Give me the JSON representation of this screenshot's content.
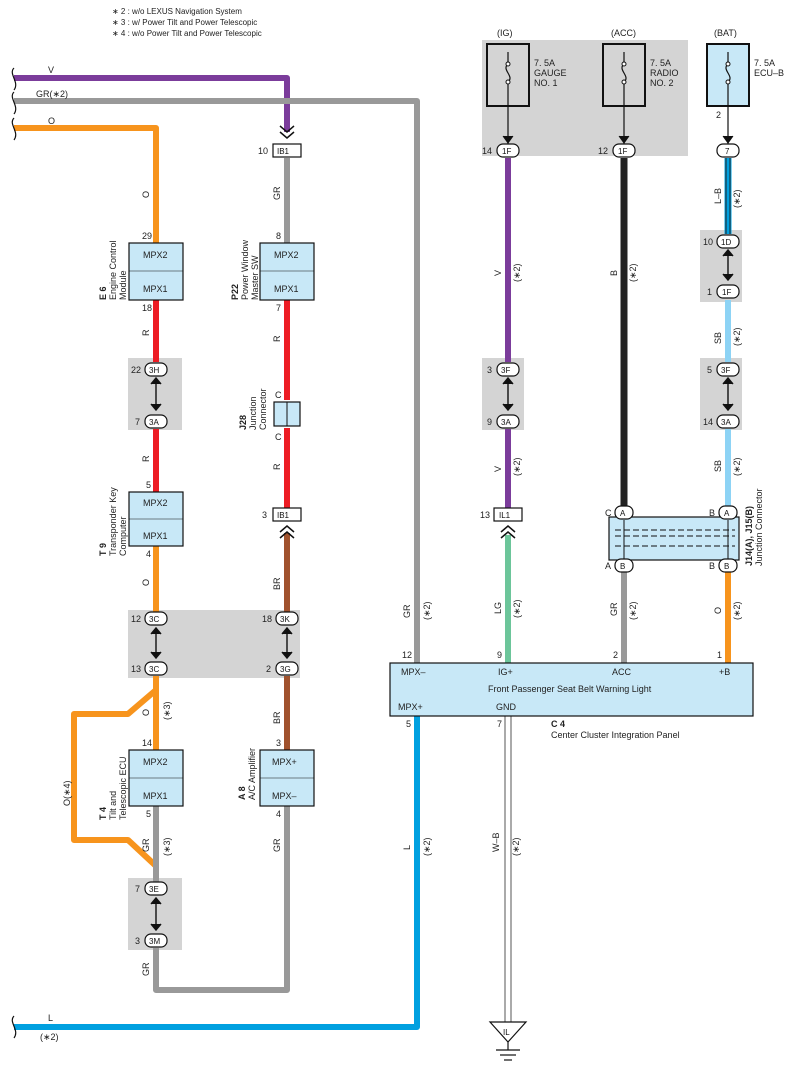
{
  "notes": [
    "∗ 2 : w/o LEXUS Navigation System",
    "∗ 3 : w/ Power Tilt and Power Telescopic",
    "∗ 4 : w/o Power Tilt and Power Telescopic"
  ],
  "colors": {
    "violet": "#7b3c9b",
    "gray": "#999999",
    "orange": "#f7941d",
    "red": "#ed1c24",
    "brown": "#a0522d",
    "lightgreen": "#6cc59a",
    "black": "#222222",
    "skyblue": "#8dd3f5",
    "blue": "#00a0e0",
    "component": "#c8e8f7",
    "shade": "#d4d4d4"
  },
  "power": {
    "ig": "(IG)",
    "acc": "(ACC)",
    "bat": "(BAT)",
    "fuse_ig_amp": "7. 5A",
    "fuse_ig_name1": "GAUGE",
    "fuse_ig_name2": "NO. 1",
    "fuse_acc_amp": "7. 5A",
    "fuse_acc_name1": "RADIO",
    "fuse_acc_name2": "NO. 2",
    "fuse_bat_amp": "7. 5A",
    "fuse_bat_name": "ECU–B"
  },
  "left_wires": {
    "v": "V",
    "gr": "GR(∗2)",
    "o": "O",
    "l": "L",
    "l_note": "(∗2)"
  },
  "components": {
    "e6_code": "E 6",
    "e6_name1": "Engine Control",
    "e6_name2": "Module",
    "p22_code": "P22",
    "p22_name1": "Power Window",
    "p22_name2": "Master SW",
    "j28_code": "J28",
    "j28_name1": "Junction",
    "j28_name2": "Connector",
    "t9_code": "T 9",
    "t9_name1": "Transponder Key",
    "t9_name2": "Computer",
    "t4_code": "T 4",
    "t4_name1": "Tilt and",
    "t4_name2": "Telescopic ECU",
    "a8_code": "A 8",
    "a8_name": "A/C Amplifier",
    "j14_code": "J14(A), J15(B)",
    "j14_name": "Junction Connector",
    "c4_code": "C 4",
    "c4_name": "Center Cluster Integration Panel",
    "c4_inner": "Front Passenger Seat Belt Warning Light"
  },
  "pins": {
    "mpx2": "MPX2",
    "mpx1": "MPX1",
    "mpx_plus": "MPX+",
    "mpx_minus": "MPX–",
    "c4_mpx_minus": "MPX–",
    "c4_mpx_plus": "MPX+",
    "c4_ig": "IG+",
    "c4_acc": "ACC",
    "c4_b": "+B",
    "c4_gnd": "GND"
  },
  "connectors": {
    "ib1": "IB1",
    "il1": "IL1",
    "c1f": "1F",
    "c7": "7",
    "c1d": "1D",
    "c3h": "3H",
    "c3a": "3A",
    "c3c": "3C",
    "c3k": "3K",
    "c3g": "3G",
    "c3e": "3E",
    "c3m": "3M",
    "c3f": "3F",
    "ca": "A",
    "cb": "B",
    "ground": "IL"
  },
  "pin_numbers": {
    "n10": "10",
    "n8": "8",
    "n7": "7",
    "n3": "3",
    "n29": "29",
    "n18": "18",
    "n22": "22",
    "n5": "5",
    "n4": "4",
    "n12": "12",
    "n13": "13",
    "n14": "14",
    "n2": "2",
    "n9": "9",
    "n1": "1",
    "n1b": "1",
    "nC": "C"
  },
  "wire_labels": {
    "o": "O",
    "gr": "GR",
    "r": "R",
    "br": "BR",
    "v": "V",
    "b": "B",
    "lb": "L–B",
    "sb": "SB",
    "lg": "LG",
    "l": "L",
    "wb": "W–B",
    "o4": "O(∗4)",
    "n2": "(∗2)",
    "n3": "(∗3)"
  }
}
